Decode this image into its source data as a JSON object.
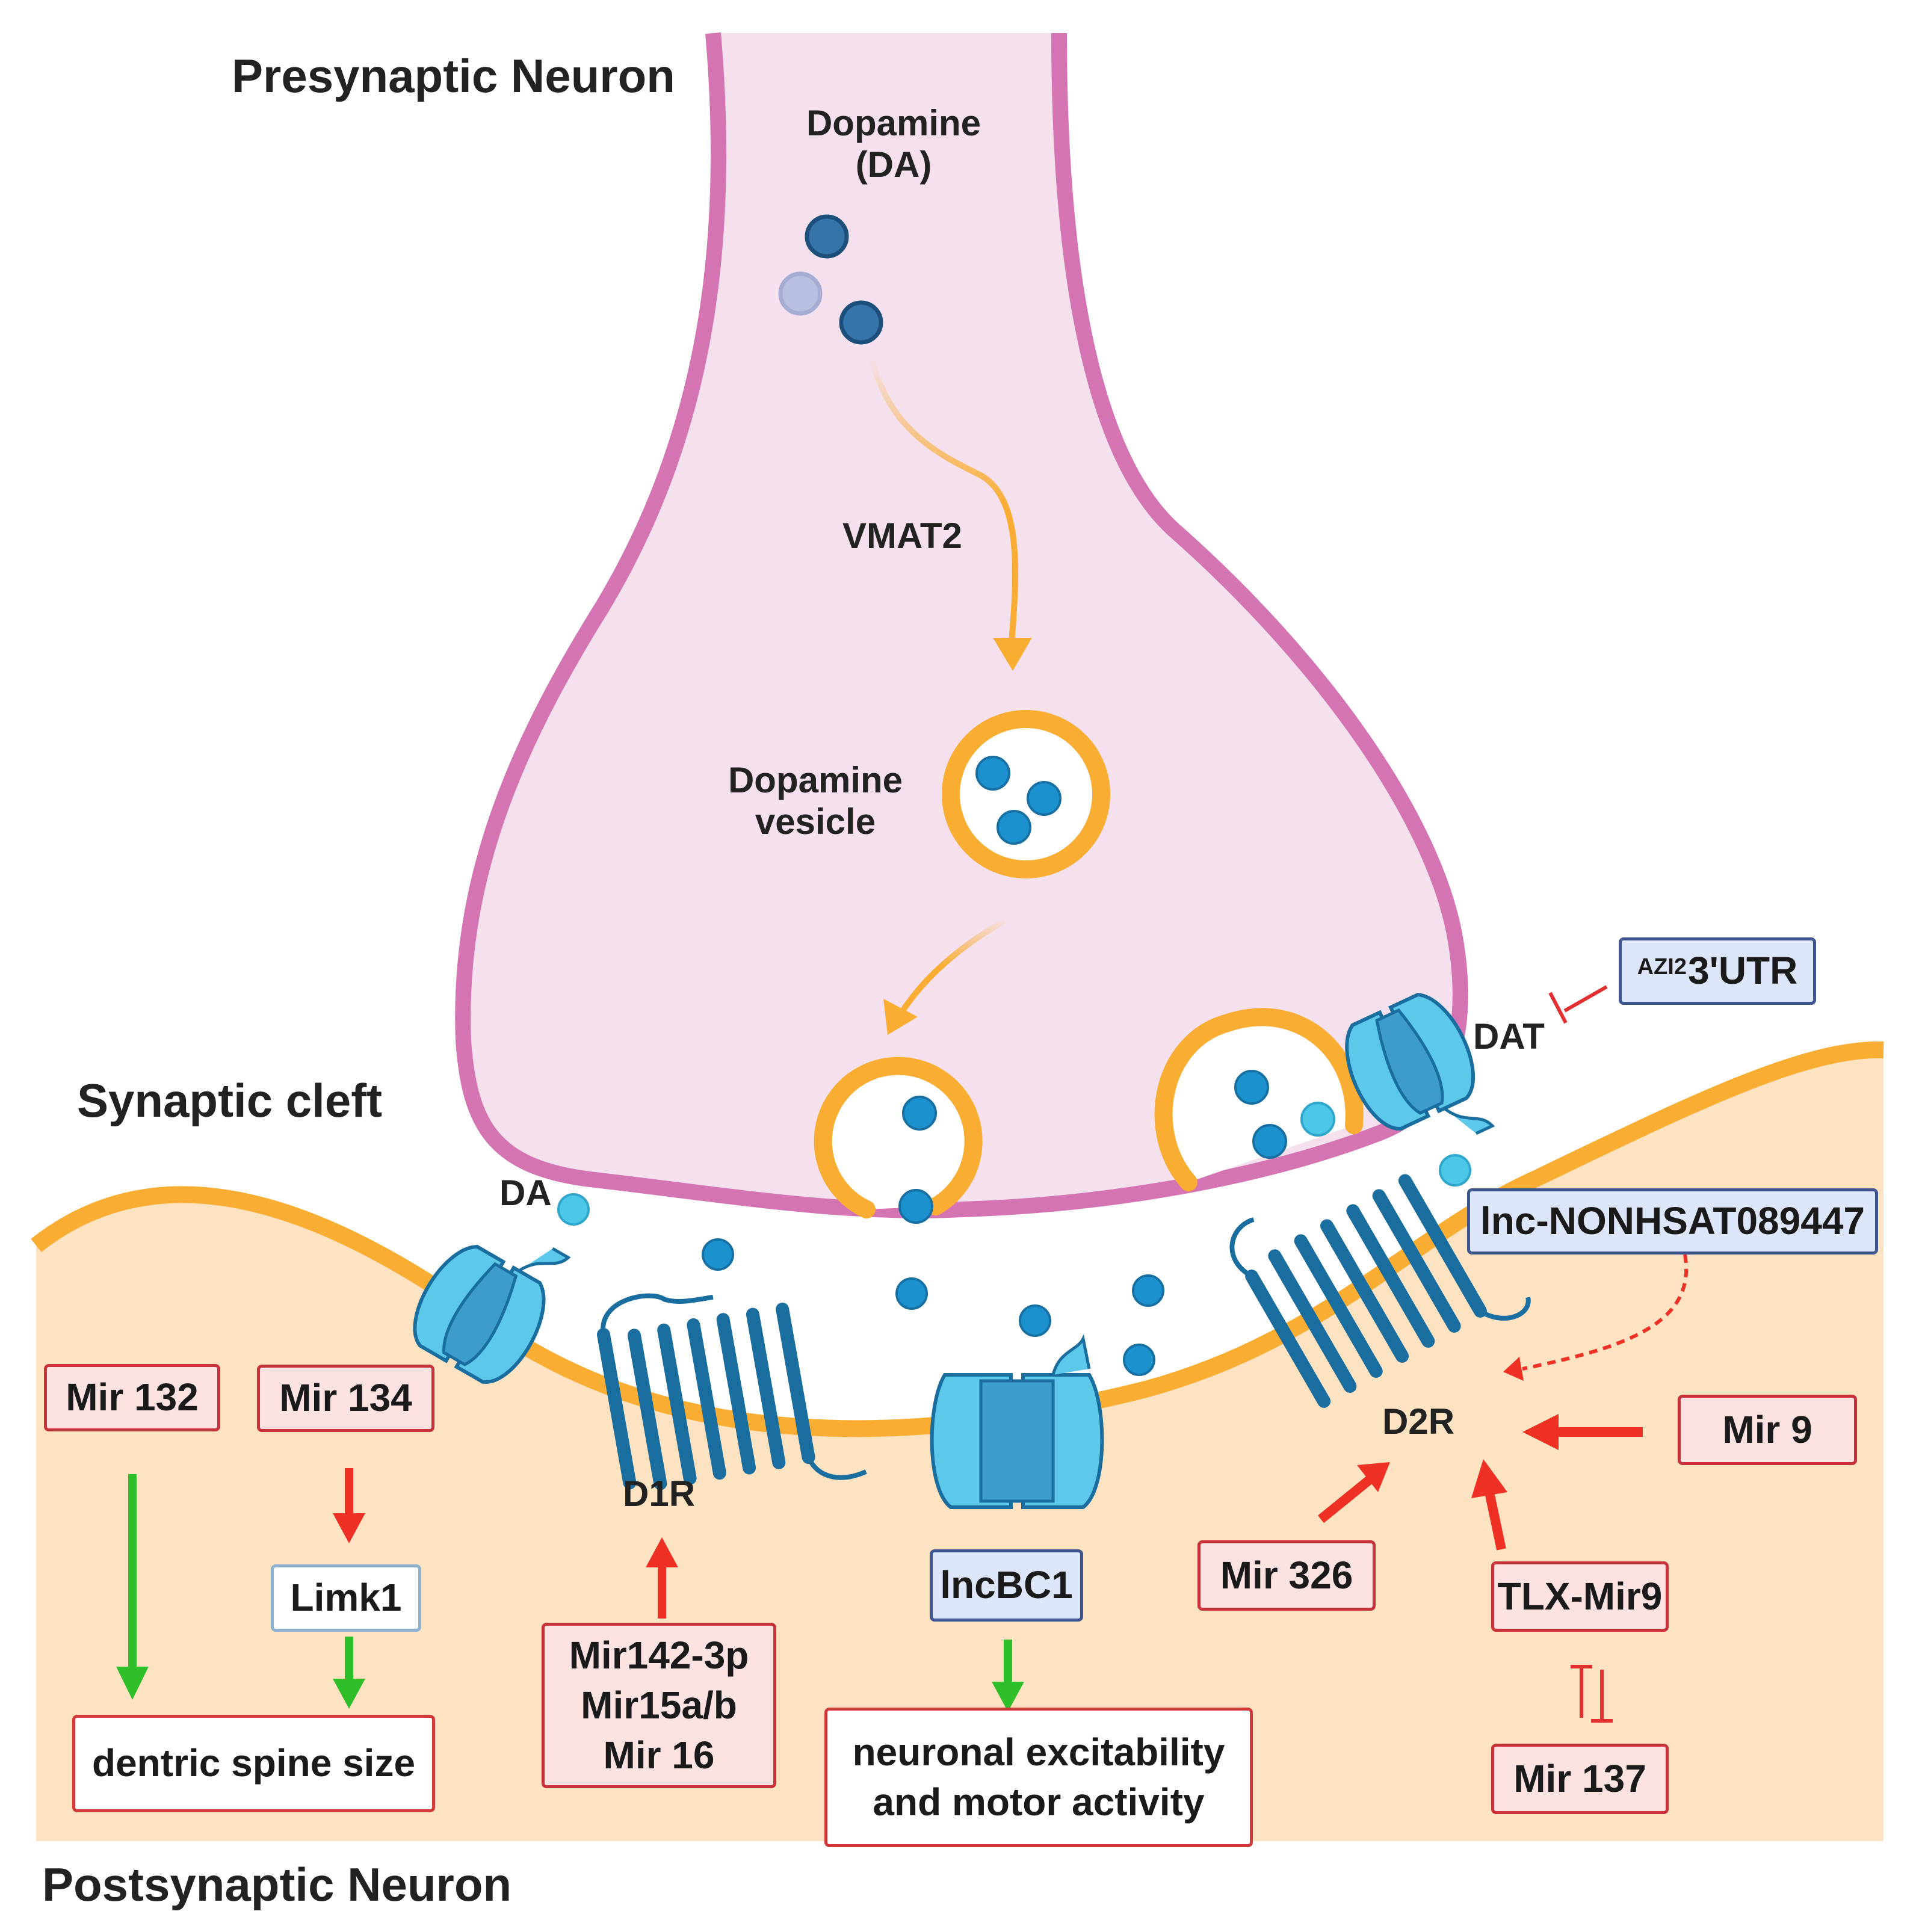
{
  "labels": {
    "presynaptic": "Presynaptic Neuron",
    "postsynaptic": "Postsynaptic Neuron",
    "synaptic_cleft": "Synaptic cleft",
    "dopamine": "Dopamine",
    "dopamine_abbrev": "(DA)",
    "vmat2": "VMAT2",
    "vesicle_line1": "Dopamine",
    "vesicle_line2": "vesicle",
    "da": "DA",
    "dat": "DAT",
    "d1r": "D1R",
    "d2r": "D2R"
  },
  "boxes": {
    "mir132": "Mir 132",
    "mir134": "Mir 134",
    "limk1": "Limk1",
    "dendritic": "dentric spine size",
    "d1r_mirs": [
      "Mir142-3p",
      "Mir15a/b",
      "Mir 16"
    ],
    "lncbc1": "lncBC1",
    "neuronal_line1": "neuronal excitability",
    "neuronal_line2": "and motor activity",
    "mir326": "Mir 326",
    "tlx_mir9": "TLX-Mir9",
    "mir137": "Mir 137",
    "mir9": "Mir 9",
    "azi2_sup": "AZI2",
    "azi2_main": "3'UTR",
    "lnc_nonhsat": "lnc-NONHSAT089447"
  },
  "colors": {
    "presynaptic_fill": "#f5e1ee",
    "presynaptic_stroke": "#d474b2",
    "membrane": "#f9ae33",
    "postsynaptic_fill": "#fde3c2",
    "transporter": "#5ec8ea",
    "receptor": "#1a6e9f",
    "activation": "#ee3124",
    "positive": "#2fbf2a"
  }
}
